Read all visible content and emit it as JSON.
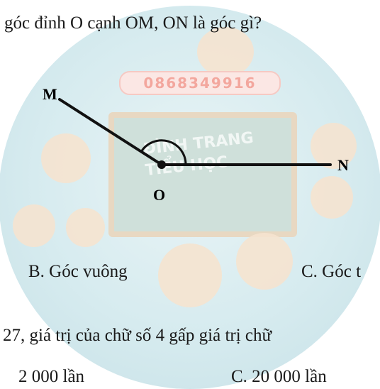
{
  "watermark": {
    "phone": "0868349916",
    "title_line1": "ĐÌNH TRANG",
    "title_line2": "TIỂU HỌC"
  },
  "question_line": "góc đỉnh O cạnh OM, ON là góc gì?",
  "figure": {
    "label_m": "M",
    "label_n": "N",
    "label_o": "O",
    "line_color": "#111111"
  },
  "options_line1": {
    "b": "B. Góc vuông",
    "c": "C. Góc t"
  },
  "question2_line": "27, giá trị của chữ số 4 gấp giá trị chữ",
  "options_line2": {
    "b": "2 000 lần",
    "c": "C. 20 000 lần"
  }
}
